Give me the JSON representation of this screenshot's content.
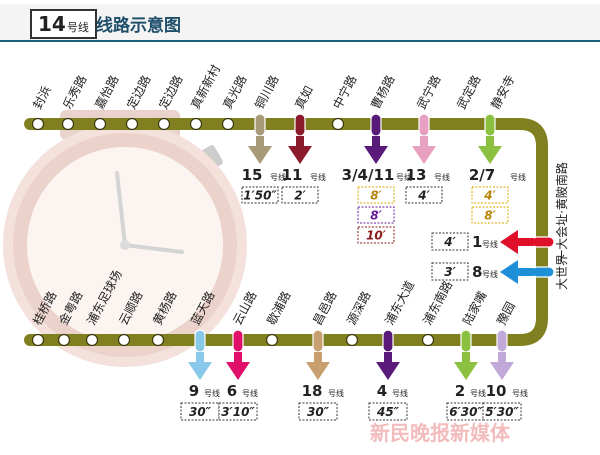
{
  "header": {
    "line_number": "14",
    "line_suffix": "号线",
    "title": "线路示意图"
  },
  "colors": {
    "line": "#808020",
    "header_border": "#1e5f7a"
  },
  "top_stations": [
    "封浜",
    "乐秀路",
    "嘉怡路",
    "定边路",
    "定边路",
    "真新新村",
    "真光路",
    "铜川路",
    "真如",
    "中宁路",
    "曹杨路",
    "武宁路",
    "武定路",
    "静安寺"
  ],
  "right_stations": [
    "一大会址·黄陂南路",
    "大世界"
  ],
  "bottom_stations": [
    "桂桥路",
    "金粤路",
    "浦东足球场",
    "云顺路",
    "黄杨路",
    "蓝天路",
    "云山路",
    "歇浦路",
    "昌邑路",
    "源深路",
    "浦东大道",
    "浦东南路",
    "陆家嘴",
    "豫园"
  ],
  "top_transfers": [
    {
      "line": "15",
      "suffix": "号线",
      "color": "#a89a78",
      "times": [
        "1′50″"
      ]
    },
    {
      "line": "11",
      "suffix": "号线",
      "color": "#8b1a2a",
      "times": [
        "2′"
      ]
    },
    {
      "line": "3/4/11",
      "suffix": "号线",
      "color": "#5a1a7a",
      "times": [
        "8′",
        "8′",
        "10′"
      ]
    },
    {
      "line": "13",
      "suffix": "号线",
      "color": "#e8a0c0",
      "times": [
        "4′"
      ]
    },
    {
      "line": "2/7",
      "suffix": "号线",
      "color": "#8cc040",
      "times": [
        "4′",
        "8′"
      ]
    }
  ],
  "right_transfers": [
    {
      "line": "1",
      "suffix": "号线",
      "color": "#e0102a",
      "time": "4′"
    },
    {
      "line": "8",
      "suffix": "号线",
      "color": "#1e90d8",
      "time": "3′"
    }
  ],
  "bottom_transfers": [
    {
      "line": "9",
      "suffix": "号线",
      "color": "#88c8e8",
      "time": "30″"
    },
    {
      "line": "6",
      "suffix": "号线",
      "color": "#e0106a",
      "time": "3′10″"
    },
    {
      "line": "18",
      "suffix": "号线",
      "color": "#c8a070",
      "time": "30″"
    },
    {
      "line": "4",
      "suffix": "号线",
      "color": "#5a1a7a",
      "time": "45″"
    },
    {
      "line": "2",
      "suffix": "号线",
      "color": "#8cc040",
      "time": "6′30″"
    },
    {
      "line": "10",
      "suffix": "号线",
      "color": "#c0a8d8",
      "time": "5′30″"
    }
  ],
  "watermark": "新民晚报新媒体"
}
